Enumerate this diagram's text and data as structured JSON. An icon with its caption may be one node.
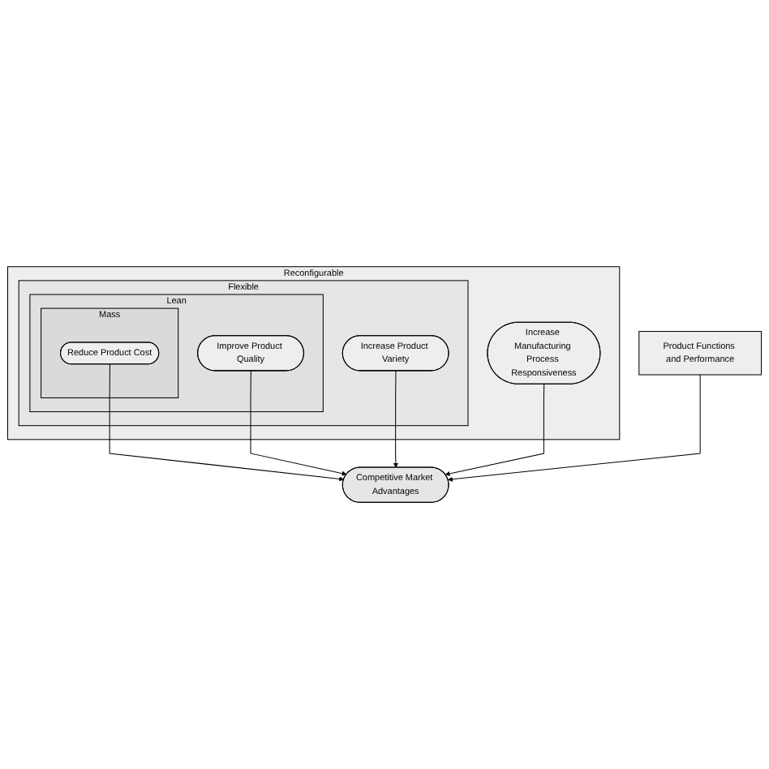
{
  "diagram": {
    "nodes": [
      {
        "text": [
          "Reconfigurable"
        ]
      },
      {
        "text": [
          "Flexible"
        ],
        "in": 0
      },
      {
        "text": [
          "Lean"
        ],
        "in": 1
      },
      {
        "text": [
          "Mass"
        ],
        "in": 2
      },
      {
        "text": [
          "Reduce Product Cost"
        ],
        "in": 3
      },
      {
        "text": [
          "Improve Product Quality"
        ],
        "in": 2
      },
      {
        "text": [
          "Increase Product Variety"
        ],
        "in": 1
      },
      {
        "text": [
          "Increase Manufacturing Process Responsiveness"
        ],
        "in": 0
      },
      {
        "text": [
          "Product Functions and Performance"
        ]
      },
      {
        "text": [
          "Competitive Market Advantages"
        ]
      }
    ],
    "edges": [
      {
        "from": 4,
        "to": 9,
        "arrow": "to"
      },
      {
        "from": 5,
        "to": 9,
        "arrow": "to"
      },
      {
        "from": 6,
        "to": 9,
        "arrow": "to"
      },
      {
        "from": 7,
        "to": 9,
        "arrow": "to"
      },
      {
        "from": 8,
        "to": 9,
        "arrow": "to"
      }
    ]
  }
}
